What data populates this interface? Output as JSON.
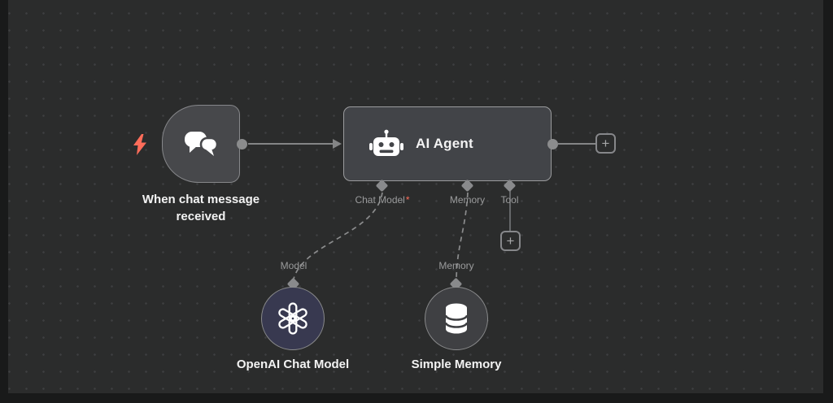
{
  "colors": {
    "canvas_bg": "#2b2c2c",
    "grid_dot": "#3e3f41",
    "node_fill": "#47484b",
    "agent_node_fill": "#424448",
    "node_border": "#9b9c9e",
    "endpoint": "#8b8c8d",
    "connection": "#848586",
    "muted_label": "#9a9b9c",
    "accent_red": "#ff6d5a",
    "text_primary": "#f3f3f3",
    "openai_node_fill": "#383950"
  },
  "trigger_node": {
    "label": "When chat message received",
    "icon": "chat-bubbles-icon"
  },
  "agent_node": {
    "title": "AI Agent",
    "icon": "robot-icon",
    "ports": [
      {
        "label": "Chat Model",
        "required_marker": "*"
      },
      {
        "label": "Memory",
        "required_marker": ""
      },
      {
        "label": "Tool",
        "required_marker": ""
      }
    ]
  },
  "sub_nodes": [
    {
      "port_label": "Model",
      "label": "OpenAI Chat Model",
      "icon": "openai-logo-icon"
    },
    {
      "port_label": "Memory",
      "label": "Simple Memory",
      "icon": "database-icon"
    }
  ],
  "buttons": {
    "add_output_label": "+",
    "add_tool_label": "+"
  }
}
